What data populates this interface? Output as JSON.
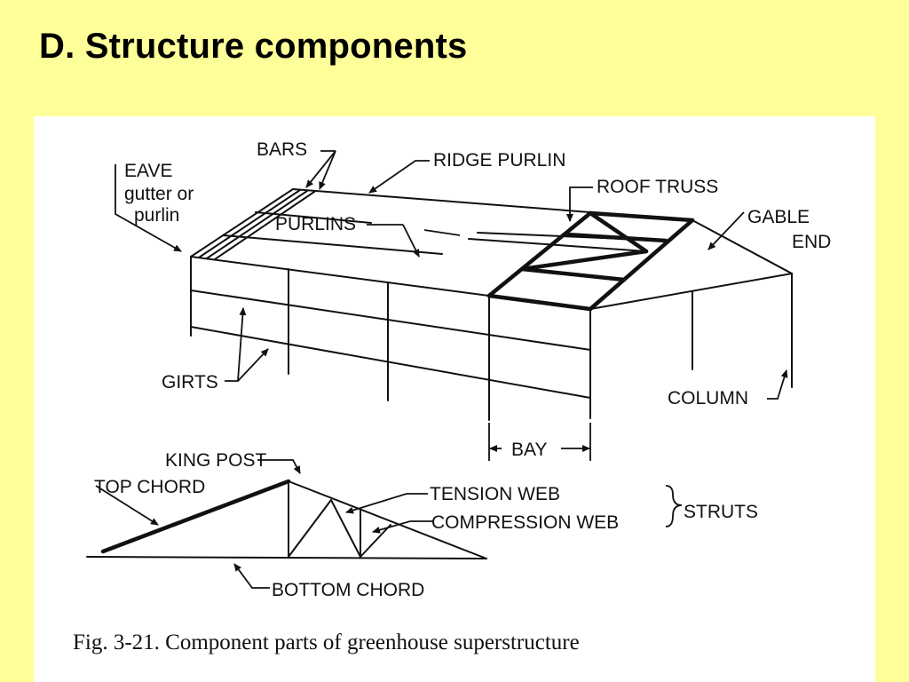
{
  "slide": {
    "title": "D.  Structure components"
  },
  "figure": {
    "labels": {
      "eave_1": "EAVE",
      "eave_2": "gutter or",
      "eave_3": "purlin",
      "bars": "BARS",
      "ridge_purlin": "RIDGE PURLIN",
      "roof_truss": "ROOF TRUSS",
      "gable_end_1": "GABLE",
      "gable_end_2": "END",
      "purlins": "PURLINS",
      "girts": "GIRTS",
      "column": "COLUMN",
      "bay": "BAY",
      "king_post": "KING POST",
      "top_chord": "TOP CHORD",
      "tension_web": "TENSION WEB",
      "compression_web": "COMPRESSION WEB",
      "struts": "STRUTS",
      "bottom_chord": "BOTTOM CHORD"
    },
    "caption": "Fig. 3-21. Component parts of greenhouse superstructure"
  },
  "colors": {
    "background": "#ffff99",
    "panel": "#ffffff",
    "ink": "#111111"
  }
}
